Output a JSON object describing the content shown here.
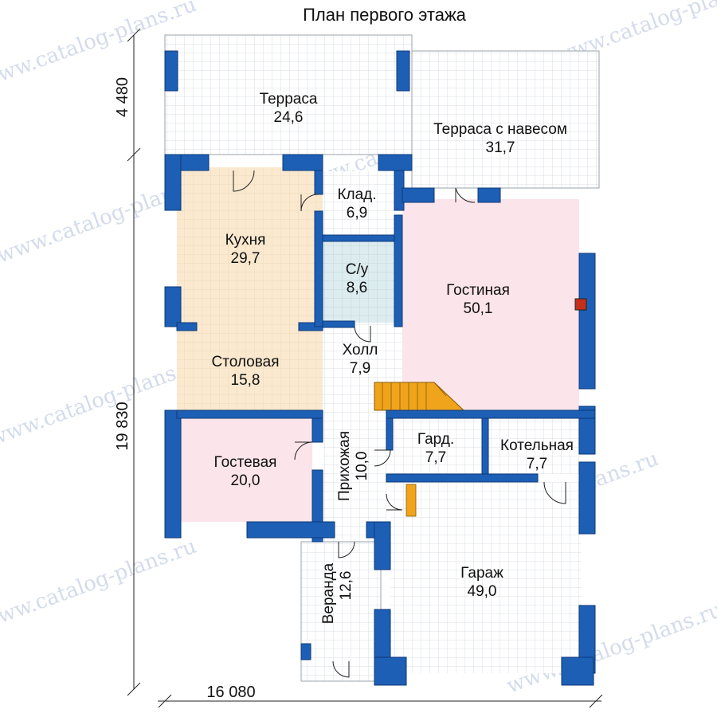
{
  "plan": {
    "title": "План первого этажа",
    "watermark": "www.catalog-plans.ru",
    "dimensions": {
      "width": "16 080",
      "height": "19 830",
      "terrace_depth": "4 480"
    },
    "rooms": [
      {
        "id": "terrace",
        "name": "Терраса",
        "area": "24,6"
      },
      {
        "id": "covered-terrace",
        "name": "Терраса с навесом",
        "area": "31,7"
      },
      {
        "id": "kitchen",
        "name": "Кухня",
        "area": "29,7"
      },
      {
        "id": "storage",
        "name": "Клад.",
        "area": "6,9"
      },
      {
        "id": "bathroom",
        "name": "С/у",
        "area": "8,6"
      },
      {
        "id": "living-room",
        "name": "Гостиная",
        "area": "50,1"
      },
      {
        "id": "hall",
        "name": "Холл",
        "area": "7,9"
      },
      {
        "id": "dining",
        "name": "Столовая",
        "area": "15,8"
      },
      {
        "id": "guest-room",
        "name": "Гостевая",
        "area": "20,0"
      },
      {
        "id": "entry",
        "name": "Прихожая",
        "area": "10,0"
      },
      {
        "id": "wardrobe",
        "name": "Гард.",
        "area": "7,7"
      },
      {
        "id": "boiler-room",
        "name": "Котельная",
        "area": "7,7"
      },
      {
        "id": "garage",
        "name": "Гараж",
        "area": "49,0"
      },
      {
        "id": "veranda",
        "name": "Веранда",
        "area": "12,6"
      }
    ],
    "colors": {
      "wall": "#1d5fb4",
      "wall_dark": "#0d3a7a",
      "tile_line": "#cfd5dc",
      "kitchen_fill": "#fbe9cf",
      "bathroom_fill": "#dcecef",
      "living_fill": "#fbe4ea",
      "guest_fill": "#fbe4ea",
      "stairs": "#f0a41c",
      "floor": "#ffffff"
    }
  }
}
